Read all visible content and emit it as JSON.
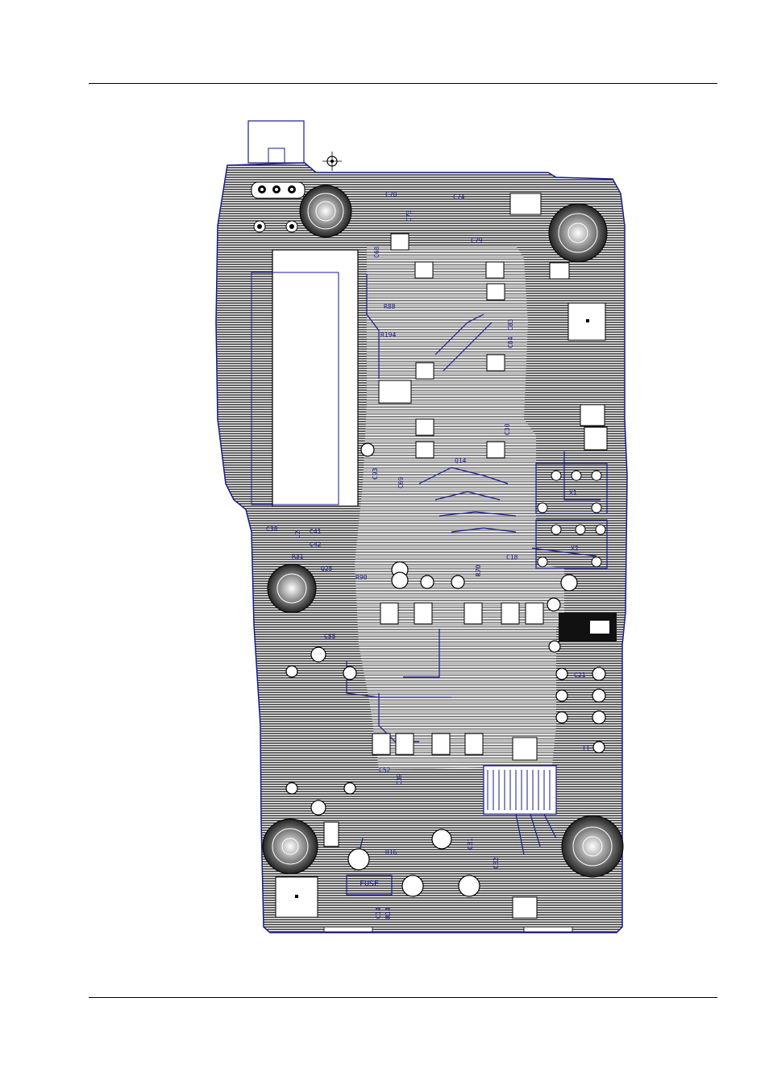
{
  "diagram": {
    "kind": "pcb-layout",
    "colors": {
      "trace": "#1a1a8c",
      "copper": "#2a2a2a",
      "bg": "#ffffff"
    },
    "labels": [
      {
        "id": "c70",
        "text": "C70"
      },
      {
        "id": "c74",
        "text": "C74"
      },
      {
        "id": "c73",
        "text": "C73"
      },
      {
        "id": "c79",
        "text": "C79"
      },
      {
        "id": "c68",
        "text": "C68"
      },
      {
        "id": "r88",
        "text": "R88"
      },
      {
        "id": "r194",
        "text": "R194"
      },
      {
        "id": "c83",
        "text": "C83"
      },
      {
        "id": "c84",
        "text": "C84"
      },
      {
        "id": "c30",
        "text": "C30"
      },
      {
        "id": "c93",
        "text": "C93"
      },
      {
        "id": "c69",
        "text": "C69"
      },
      {
        "id": "q14",
        "text": "Q14"
      },
      {
        "id": "c38",
        "text": "C38"
      },
      {
        "id": "l2",
        "text": "L2"
      },
      {
        "id": "c41",
        "text": "C41"
      },
      {
        "id": "c42",
        "text": "C42"
      },
      {
        "id": "r31",
        "text": "R31"
      },
      {
        "id": "q25",
        "text": "Q25"
      },
      {
        "id": "r90",
        "text": "R90"
      },
      {
        "id": "c55",
        "text": "C55"
      },
      {
        "id": "r70",
        "text": "R70"
      },
      {
        "id": "c18",
        "text": "C18"
      },
      {
        "id": "x1",
        "text": "X1"
      },
      {
        "id": "x2",
        "text": "X2"
      },
      {
        "id": "c21",
        "text": "C21"
      },
      {
        "id": "t1",
        "text": "T1"
      },
      {
        "id": "c52",
        "text": "C52"
      },
      {
        "id": "c39",
        "text": "C39"
      },
      {
        "id": "r16",
        "text": "R16"
      },
      {
        "id": "c31",
        "text": "C31"
      },
      {
        "id": "c32",
        "text": "C32"
      },
      {
        "id": "fuse",
        "text": "FUSE"
      },
      {
        "id": "c14",
        "text": "C14"
      },
      {
        "id": "r14",
        "text": "R14"
      }
    ]
  }
}
